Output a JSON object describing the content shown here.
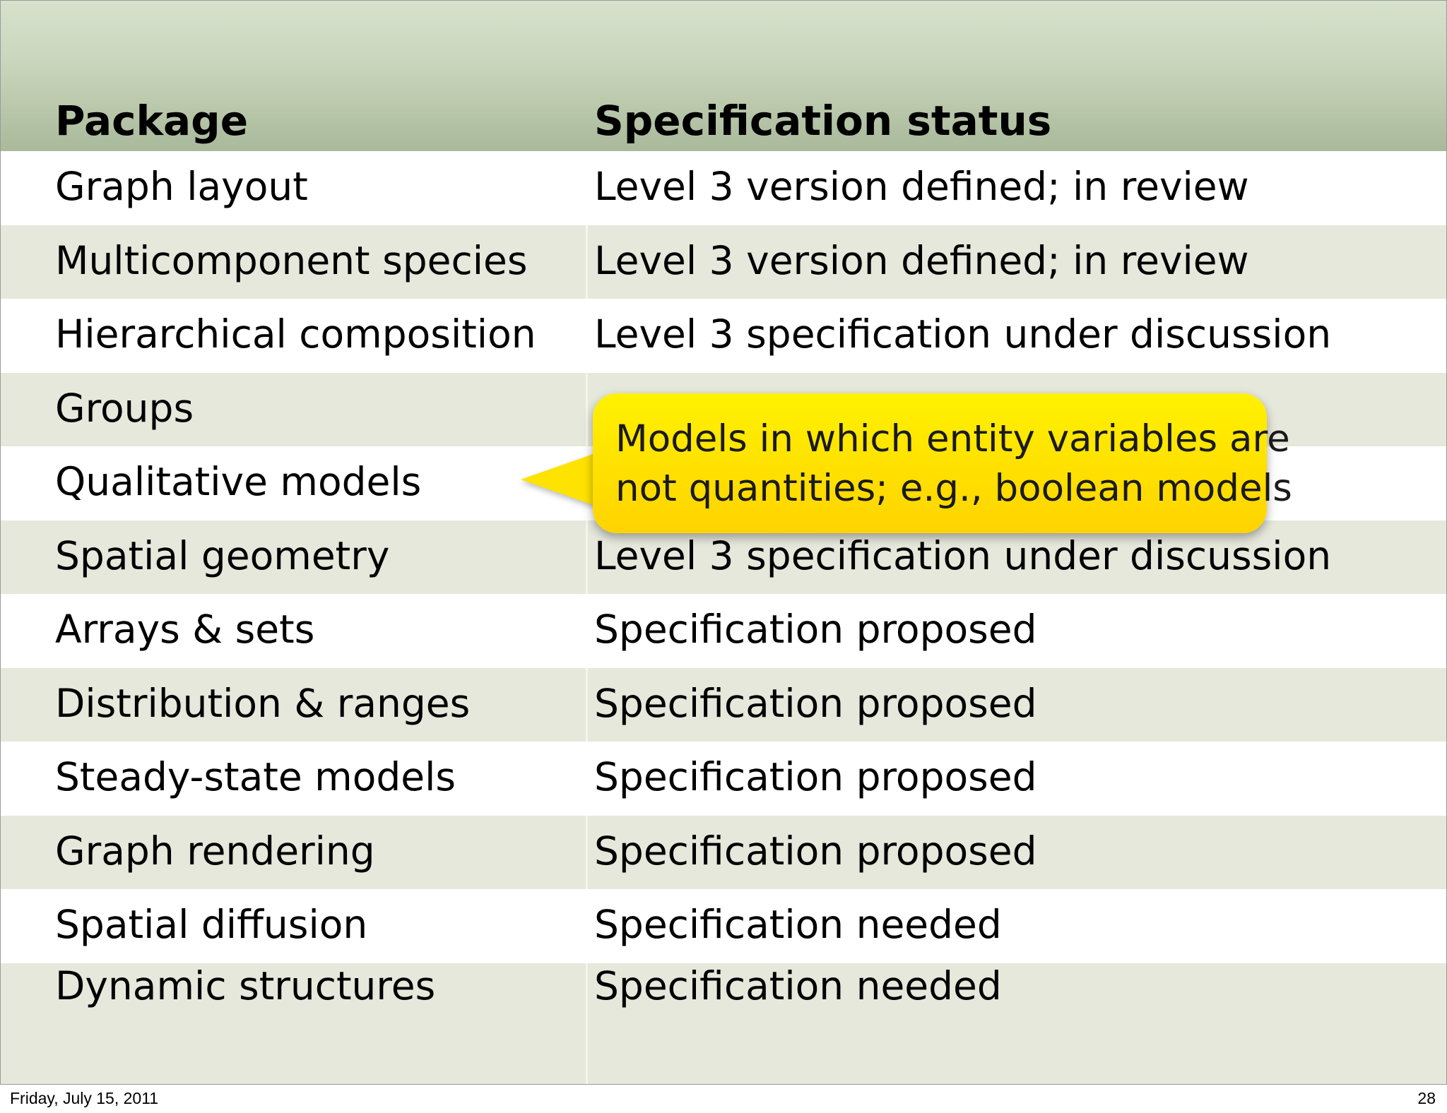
{
  "table": {
    "headers": {
      "package": "Package",
      "status": "Specification status"
    },
    "rows": [
      {
        "package": "Graph layout",
        "status": "Level 3 version defined; in review"
      },
      {
        "package": "Multicomponent species",
        "status": "Level 3 version defined; in review"
      },
      {
        "package": "Hierarchical composition",
        "status": "Level 3 specification under discussion"
      },
      {
        "package": "Groups",
        "status": ""
      },
      {
        "package": "Qualitative models",
        "status": ""
      },
      {
        "package": "Spatial geometry",
        "status": "Level 3 specification under discussion"
      },
      {
        "package": "Arrays & sets",
        "status": "Specification proposed"
      },
      {
        "package": "Distribution & ranges",
        "status": "Specification proposed"
      },
      {
        "package": "Steady-state models",
        "status": "Specification proposed"
      },
      {
        "package": "Graph rendering",
        "status": "Specification proposed"
      },
      {
        "package": "Spatial diffusion",
        "status": "Specification needed"
      },
      {
        "package": "Dynamic structures",
        "status": "Specification needed"
      }
    ]
  },
  "callout": {
    "line1": "Models in which entity variables are",
    "line2": "not quantities; e.g., boolean models"
  },
  "footer": {
    "date": "Friday, July 15, 2011",
    "page_number": "28"
  },
  "colors": {
    "header_band": "#bccbb0",
    "row_light": "#ffffff",
    "row_shaded": "#e6e8dc",
    "callout_fill": "#ffe000"
  }
}
